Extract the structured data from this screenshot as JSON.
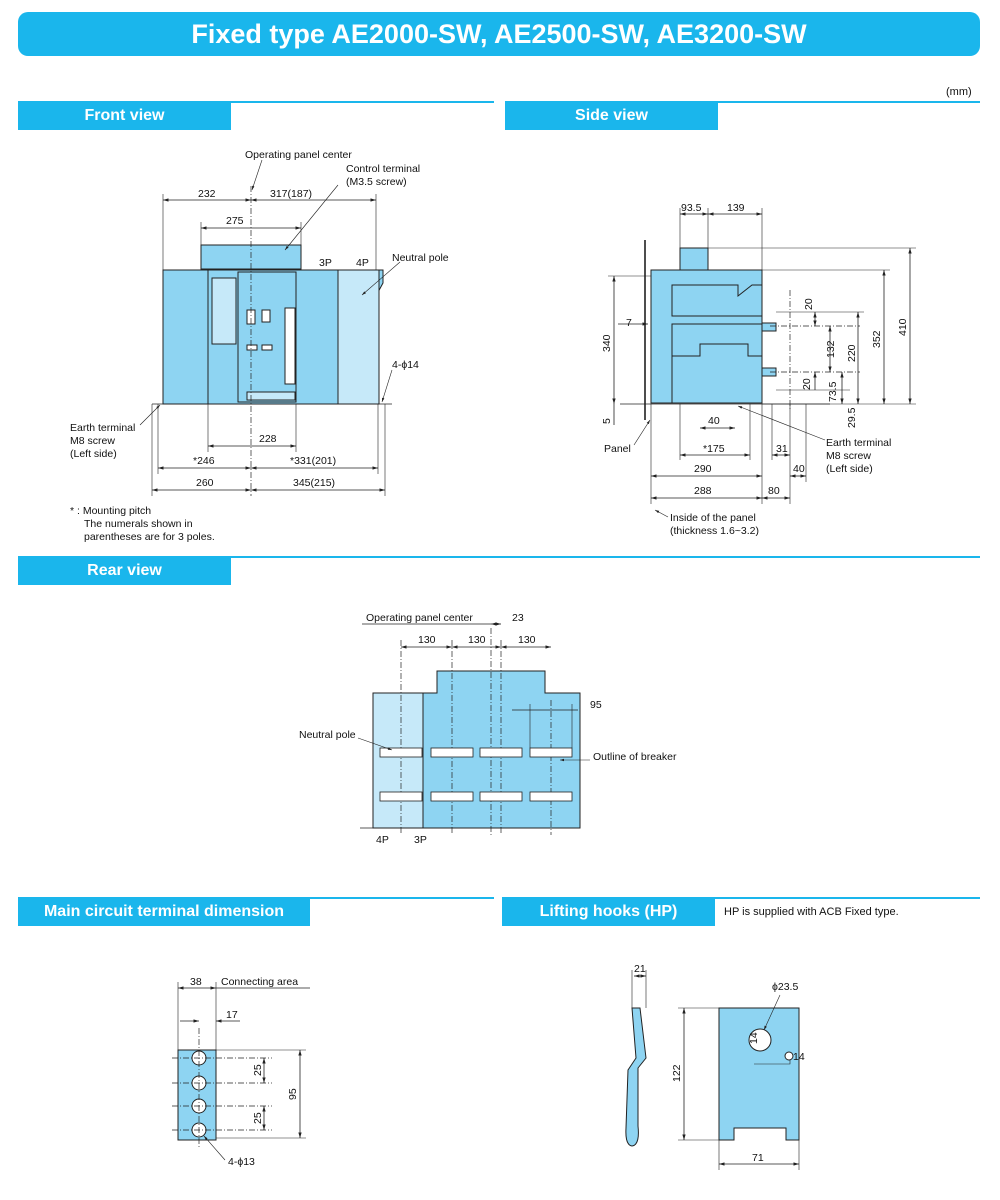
{
  "title": "Fixed type AE2000-SW, AE2500-SW, AE3200-SW",
  "unit": "(mm)",
  "colors": {
    "accent": "#1ab6ec",
    "body": "#8ed4f2",
    "body_light": "#c6e9f9"
  },
  "sections": {
    "front": "Front view",
    "side": "Side view",
    "rear": "Rear view",
    "terminal": "Main circuit terminal dimension",
    "hooks": "Lifting hooks (HP)"
  },
  "hooks_note": "HP is supplied with ACB Fixed type.",
  "front": {
    "panel_center": "Operating panel center",
    "control_terminal_1": "Control terminal",
    "control_terminal_2": "(M3.5 screw)",
    "d232": "232",
    "d317": "317(187)",
    "d275": "275",
    "p3": "3P",
    "p4": "4P",
    "neutral_pole": "Neutral pole",
    "holes": "4-ϕ14",
    "earth_1": "Earth terminal",
    "earth_2": "M8 screw",
    "earth_3": "(Left side)",
    "d228": "228",
    "d246": "*246",
    "d331": "*331(201)",
    "d260": "260",
    "d345": "345(215)",
    "foot_1": "* : Mounting pitch",
    "foot_2": "The numerals shown in",
    "foot_3": "parentheses are for 3 poles."
  },
  "side": {
    "d935": "93.5",
    "d139": "139",
    "d7": "7",
    "d340": "340",
    "d5": "5",
    "d20a": "20",
    "d132": "132",
    "d220": "220",
    "d352": "352",
    "d410": "410",
    "d20b": "20",
    "d735": "73.5",
    "d295": "29.5",
    "d40a": "40",
    "d175": "*175",
    "d31": "31",
    "d290": "290",
    "d40b": "40",
    "d288": "288",
    "d80": "80",
    "panel": "Panel",
    "earth_1": "Earth terminal",
    "earth_2": "M8 screw",
    "earth_3": "(Left side)",
    "inside_1": "Inside of the panel",
    "inside_2": "(thickness 1.6~3.2)"
  },
  "rear": {
    "panel_center": "Operating panel center",
    "d23": "23",
    "d130a": "130",
    "d130b": "130",
    "d130c": "130",
    "d95": "95",
    "neutral_pole": "Neutral pole",
    "outline": "Outline of breaker",
    "p4": "4P",
    "p3": "3P"
  },
  "terminal": {
    "d38": "38",
    "connecting": "Connecting area",
    "d17": "17",
    "d25a": "25",
    "d25b": "25",
    "d95": "95",
    "holes": "4-ϕ13"
  },
  "hooks": {
    "d21": "21",
    "d235": "ϕ23.5",
    "d14a": "14",
    "d14b": "14",
    "d122": "122",
    "d71": "71"
  }
}
